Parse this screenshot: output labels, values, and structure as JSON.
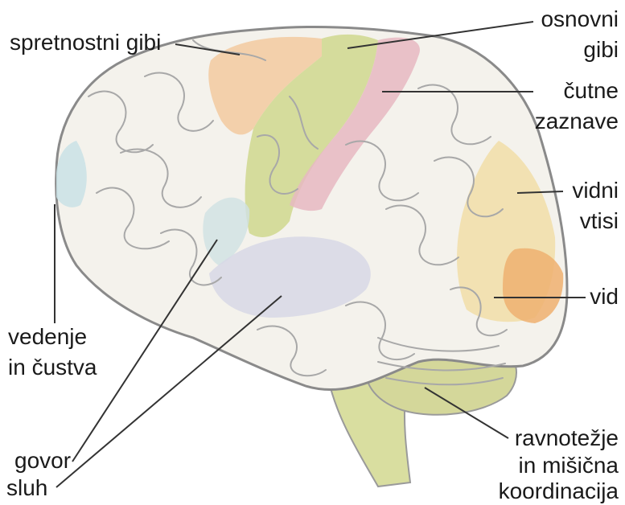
{
  "labels": {
    "spretnostni_gibi": "spretnostni gibi",
    "osnovni": "osnovni",
    "gibi": "gibi",
    "cutne": "čutne",
    "zaznave": "zaznave",
    "vidni": "vidni",
    "vtisi": "vtisi",
    "vid": "vid",
    "vedenje": "vedenje",
    "in_custva": "in čustva",
    "govor": "govor",
    "sluh": "sluh",
    "ravnotezje": "ravnotežje",
    "in_misicna": "in mišična",
    "koordinacija": "koordinacija"
  },
  "colors": {
    "background": "#ffffff",
    "brain_base": "#f4f2ec",
    "outline": "#9a9a9a",
    "spretnostni_gibi": "#f2caa0",
    "osnovni_gibi": "#cfd88e",
    "cutne_zaznave": "#e6b9c2",
    "vidni_vtisi": "#f1dea8",
    "vid": "#eeb070",
    "vedenje_in_custva": "#c9e2e6",
    "govor": "#cfe1e3",
    "sluh": "#d7d8e6",
    "cerebellum": "#d4d79a",
    "brainstem": "#d9dea0"
  }
}
